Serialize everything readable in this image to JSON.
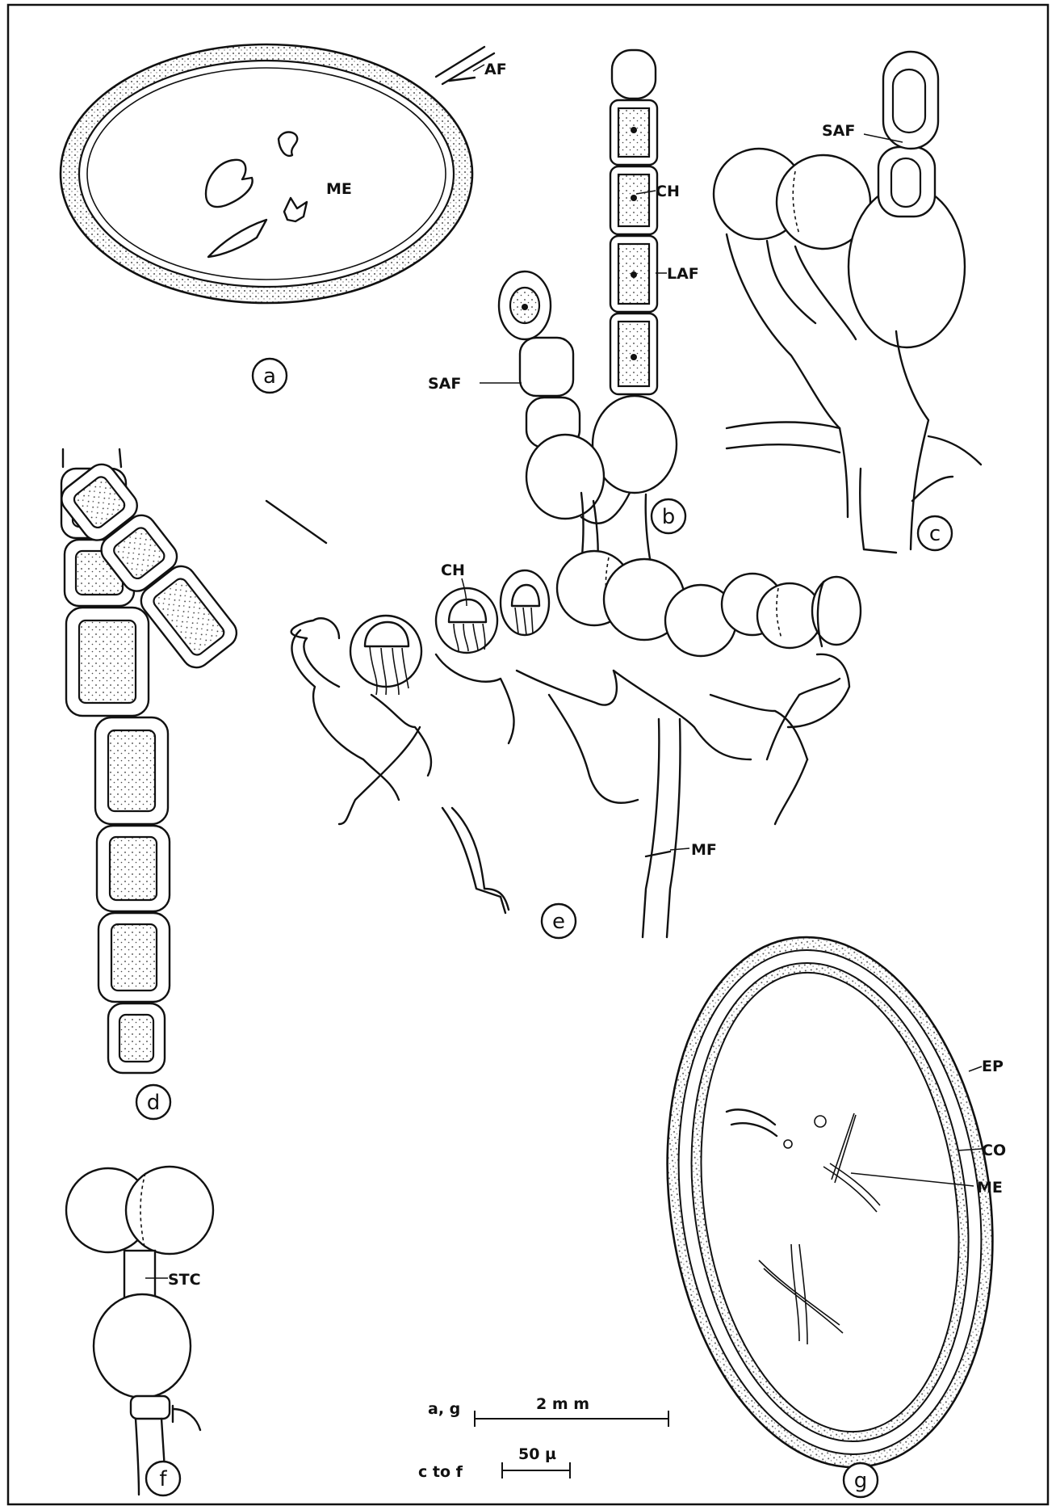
{
  "panels": {
    "a": "a",
    "b": "b",
    "c": "c",
    "d": "d",
    "e": "e",
    "f": "f",
    "g": "g"
  },
  "labels": {
    "af": "AF",
    "me_a": "ME",
    "ch_b": "CH",
    "laf": "LAF",
    "saf_b": "SAF",
    "saf_c": "SAF",
    "ch_e": "CH",
    "mf": "MF",
    "stc": "STC",
    "ep": "EP",
    "co": "CO",
    "me_g": "ME"
  },
  "scale_bars": {
    "large": {
      "applies_to": "a, g",
      "length": "2 m m"
    },
    "small": {
      "applies_to": "c to f",
      "length": "50 µ"
    }
  }
}
